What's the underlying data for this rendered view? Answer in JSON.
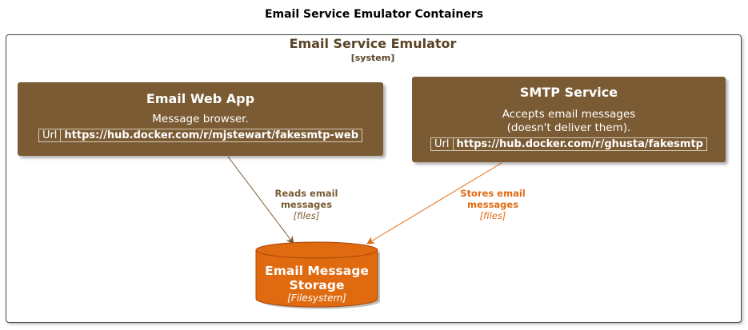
{
  "title": "Email Service Emulator Containers",
  "boundary": {
    "name": "Email Service Emulator",
    "type": "[system]"
  },
  "containers": [
    {
      "name": "Email Web App",
      "description": [
        "Message browser."
      ],
      "url_key": "Url",
      "url_value": "https://hub.docker.com/r/mjstewart/fakesmtp-web"
    },
    {
      "name": "SMTP Service",
      "description": [
        "Accepts email messages",
        "(doesn't deliver them)."
      ],
      "url_key": "Url",
      "url_value": "https://hub.docker.com/r/ghusta/fakesmtp"
    }
  ],
  "database": {
    "name": "Email Message Storage",
    "name_lines": [
      "Email Message",
      "Storage"
    ],
    "technology": "[Filesystem]"
  },
  "relations": [
    {
      "from": "Email Web App",
      "to": "Email Message Storage",
      "label_lines": [
        "Reads email",
        "messages"
      ],
      "technology": "[files]",
      "color": "#7a5b33"
    },
    {
      "from": "SMTP Service",
      "to": "Email Message Storage",
      "label_lines": [
        "Stores email",
        "messages"
      ],
      "technology": "[files]",
      "color": "#e06a10"
    }
  ],
  "colors": {
    "container": "#7a5b33",
    "database": "#e06a10",
    "boundary_text": "#5a4326"
  }
}
